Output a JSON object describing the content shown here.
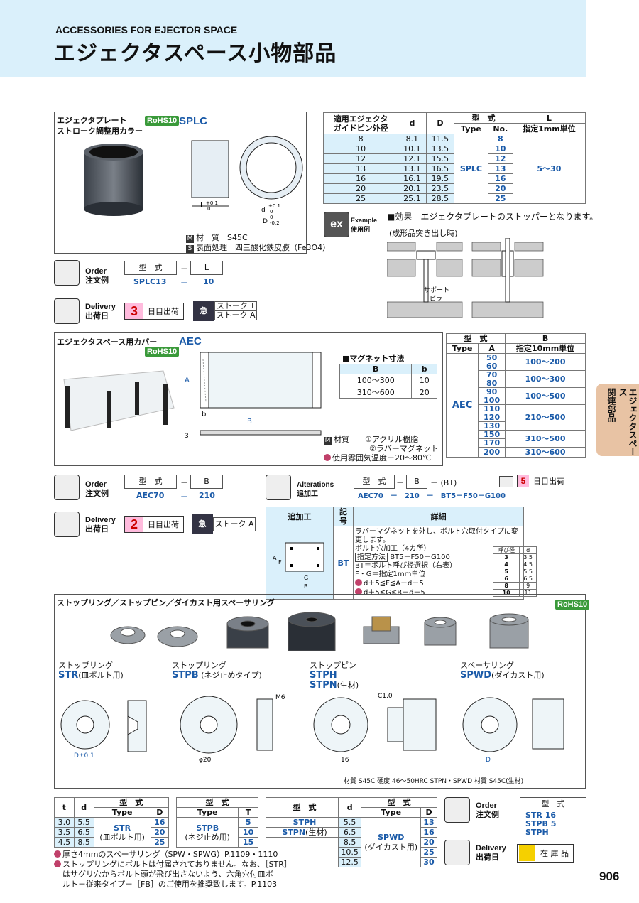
{
  "header": {
    "en": "ACCESSORIES FOR EJECTOR SPACE",
    "jp": "エジェクタスペース小物部品"
  },
  "side_tab": {
    "line1": "エジェクタスペース",
    "line2": "関連部品"
  },
  "page_number": "906",
  "rohs": "RoHS10",
  "splc": {
    "title1": "エジェクタプレート",
    "title2": "ストローク調整用カラー",
    "code": "SPLC",
    "material_label": "材　質",
    "material": "S45C",
    "surface_label": "表面処理",
    "surface": "四三酸化鉄皮膜（Fe3O4）",
    "table": {
      "h_pin": "適用エジェクタ",
      "h_pin2": "ガイドピン外径",
      "h_d": "d",
      "h_D": "D",
      "h_type": "型　式",
      "h_type_en": "Type",
      "h_no": "No.",
      "h_L": "L",
      "h_L2": "指定1mm単位",
      "rows": [
        [
          "8",
          "8.1",
          "11.5",
          "8"
        ],
        [
          "10",
          "10.1",
          "13.5",
          "10"
        ],
        [
          "12",
          "12.1",
          "15.5",
          "12"
        ],
        [
          "13",
          "13.1",
          "16.5",
          "13"
        ],
        [
          "16",
          "16.1",
          "19.5",
          "16"
        ],
        [
          "20",
          "20.1",
          "23.5",
          "20"
        ],
        [
          "25",
          "25.1",
          "28.5",
          "25"
        ]
      ],
      "type": "SPLC",
      "L_range": "5～30"
    },
    "example": {
      "label": "Example",
      "label2": "使用例",
      "effect": "■効果　エジェクタプレートのストッパーとなります。",
      "sub": "(成形品突き出し時)",
      "support": "サポート",
      "pillar": "ピラ"
    },
    "order": {
      "label": "Order",
      "label2": "注文例",
      "h1": "型　式",
      "h2": "L",
      "v1": "SPLC13",
      "v2": "10"
    },
    "delivery": {
      "label": "Delivery",
      "label2": "出荷日",
      "days": "3",
      "days_text": "日目出荷",
      "stroke1": "ストーク T",
      "stroke2": "ストーク A"
    }
  },
  "aec": {
    "title": "エジェクタスペース用カバー",
    "code": "AEC",
    "magnet_title": "■マグネット寸法",
    "mag_h1": "B",
    "mag_h2": "b",
    "mag_rows": [
      [
        "100～300",
        "10"
      ],
      [
        "310～600",
        "20"
      ]
    ],
    "material_label": "材質",
    "mat1": "①アクリル樹脂",
    "mat2": "②ラバーマグネット",
    "temp": "使用雰囲気温度－20～80℃",
    "table": {
      "h_type": "型　式",
      "h_type_en": "Type",
      "h_A": "A",
      "h_B": "B",
      "h_B2": "指定10mm単位",
      "type": "AEC",
      "A": [
        "50",
        "60",
        "70",
        "80",
        "90",
        "100",
        "110",
        "120",
        "130",
        "150",
        "170",
        "200"
      ],
      "B": [
        [
          "100～200",
          2
        ],
        [
          "100～300",
          2
        ],
        [
          "100～500",
          2
        ],
        [
          "210～500",
          3
        ],
        [
          "310～500",
          2
        ],
        [
          "310～600",
          1
        ]
      ]
    },
    "order": {
      "h1": "型　式",
      "h2": "B",
      "v1": "AEC70",
      "v2": "210"
    },
    "delivery": {
      "days": "2",
      "days_text": "日目出荷",
      "stroke": "ストーク A"
    },
    "alterations": {
      "label": "Alterations",
      "label2": "追加工",
      "h1": "型　式",
      "h2": "B",
      "h3": "(BT)",
      "v": "AEC70　－　210　－　BT5－F50－G100",
      "days": "5",
      "days_text": "日目出荷"
    },
    "alt_table": {
      "h1": "追加工",
      "h2": "記号",
      "h3": "詳細",
      "code": "BT",
      "d1": "ラバーマグネットを外し、ボルト穴取付タイプに変更します。",
      "d2": "ボルト穴加工（4カ所）",
      "d3": "指定方法",
      "d3b": "BT5－F50－G100",
      "d4": "BT＝ボルト呼び径選択（右表）",
      "d5": "F・G＝指定1mm単位",
      "d6": "d＋5≦F≦A－d－5",
      "d7": "d＋5≦G≦B－d－5",
      "bh1": "呼び径",
      "bh2": "d",
      "bolt": [
        [
          "3",
          "3.5"
        ],
        [
          "4",
          "4.5"
        ],
        [
          "5",
          "5.5"
        ],
        [
          "6",
          "6.5"
        ],
        [
          "8",
          "9"
        ],
        [
          "10",
          "11"
        ]
      ]
    }
  },
  "str": {
    "title": "ストップリング／ストップピン／ダイカスト用スペーサリング",
    "labels": [
      {
        "jp": "ストップリング",
        "code": "STR",
        "sub": "(皿ボルト用)"
      },
      {
        "jp": "ストップリング",
        "code": "STPB",
        "sub": "(ネジ止めタイプ)"
      },
      {
        "jp": "ストップピン",
        "code": "STPH",
        "sub": ""
      },
      {
        "jp": "",
        "code": "STPN",
        "sub": "(生材)"
      },
      {
        "jp": "スペーサリング",
        "code": "SPWD",
        "sub": "(ダイカスト用)"
      }
    ],
    "mat_line": "材質  S45C   硬度  46～50HRC  STPN・SPWD   材質  S45C(生材)",
    "t1": {
      "h_t": "t",
      "h_d": "d",
      "h_type": "型　式",
      "h_type_en": "Type",
      "h_D": "D",
      "rows": [
        [
          "3.0",
          "5.5",
          "16"
        ],
        [
          "3.5",
          "6.5",
          "20"
        ],
        [
          "4.5",
          "8.5",
          "25"
        ]
      ],
      "type": "STR",
      "sub": "(皿ボルト用)"
    },
    "t2": {
      "h_type": "型　式",
      "h_type_en": "Type",
      "h_T": "T",
      "rows": [
        "5",
        "10",
        "15"
      ],
      "type": "STPB",
      "sub": "(ネジ止め用)"
    },
    "t3": {
      "h_type": "型　式",
      "r1": "STPH",
      "r2": "STPN",
      "r2b": "(生材)"
    },
    "t4": {
      "h_d": "d",
      "h_type": "型　式",
      "h_type_en": "Type",
      "h_D": "D",
      "d": [
        "5.5",
        "6.5",
        "8.5",
        "10.5",
        "12.5"
      ],
      "D": [
        "13",
        "16",
        "20",
        "25",
        "30"
      ],
      "type": "SPWD",
      "sub": "(ダイカスト用)"
    },
    "order": {
      "label": "Order",
      "label2": "注文例",
      "h": "型　式",
      "v1": "STR 16",
      "v2": "STPB 5",
      "v3": "STPH"
    },
    "delivery": {
      "label": "Delivery",
      "label2": "出荷日",
      "text": "在 庫 品"
    },
    "notes": [
      "厚さ4mmのスペーサリング（SPW・SPWG）P.1109・1110",
      "ストップリングにボルトは付属されておりません。なお、［STR］",
      "はサグリ穴からボルト頭が飛び出さないよう、六角穴付皿ボ",
      "ルト－従来タイプ－［FB］のご使用を推奨致します。P.1103"
    ]
  }
}
